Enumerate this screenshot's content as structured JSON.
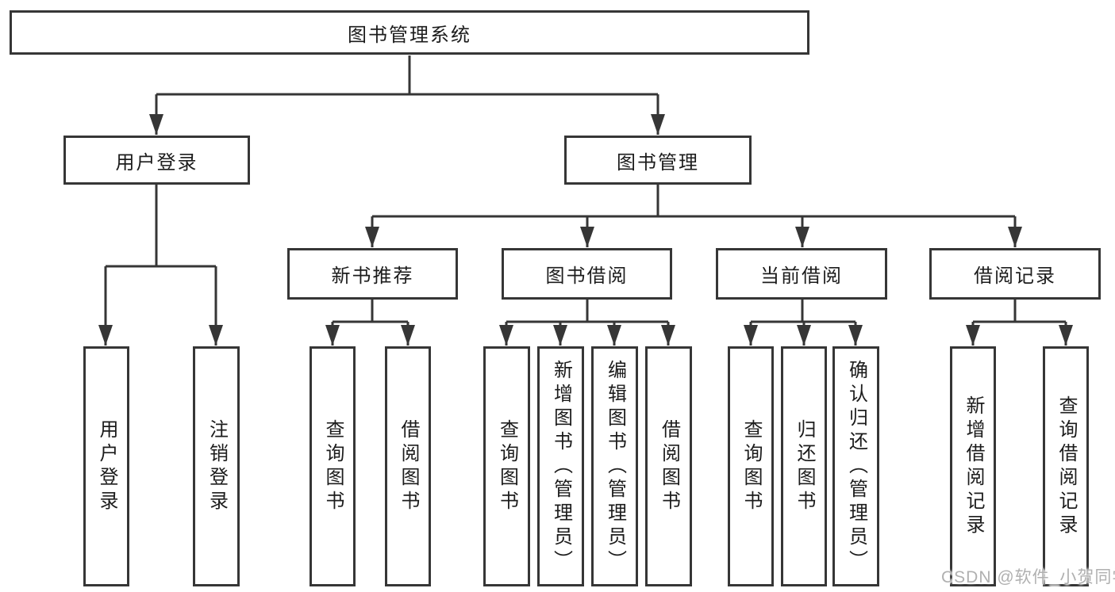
{
  "diagram": {
    "root": {
      "label": "图书管理系统"
    },
    "level2": [
      {
        "label": "用户登录"
      },
      {
        "label": "图书管理"
      }
    ],
    "level3": [
      {
        "label": "新书推荐"
      },
      {
        "label": "图书借阅"
      },
      {
        "label": "当前借阅"
      },
      {
        "label": "借阅记录"
      }
    ],
    "leaves": {
      "user_login": [
        "用户登录",
        "注销登录"
      ],
      "new_books": [
        "查询图书",
        "借阅图书"
      ],
      "book_borrow": [
        "查询图书",
        "新增图书（管理员）",
        "编辑图书（管理员）",
        "借阅图书"
      ],
      "current_borrow": [
        "查询图书",
        "归还图书",
        "确认归还（管理员）"
      ],
      "borrow_records": [
        "新增借阅记录",
        "查询借阅记录"
      ]
    }
  },
  "watermark": {
    "text": "CSDN @软件_小贺同学",
    "color": "#b0b0b0"
  },
  "colors": {
    "line": "#363636",
    "box_border": "#363636",
    "text": "#1c1c1c",
    "background": "#ffffff"
  }
}
